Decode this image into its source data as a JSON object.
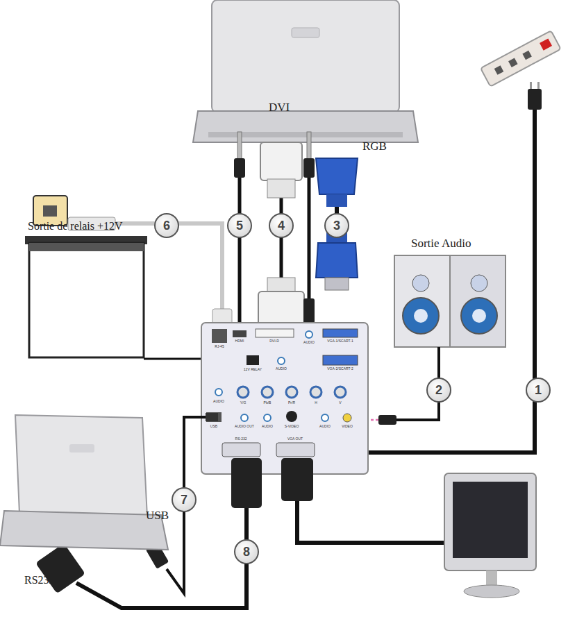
{
  "diagram": {
    "labels": [
      "DVI",
      "RGB",
      "Sortie Audio",
      "Sortie de relais +12V",
      "USB",
      "RS232",
      "1",
      "2",
      "3",
      "4",
      "5",
      "6",
      "7",
      "8",
      "RJ-45",
      "HDMI",
      "DVI-D",
      "AUDIO",
      "VGA-1/SCART-1",
      "12V RELAY",
      "AUDIO",
      "VGA-2/SCART-2",
      "AUDIO",
      "Y/G",
      "Pb/B",
      "Pr/R",
      "H",
      "V",
      "USB",
      "AUDIO OUT",
      "AUDIO",
      "S-VIDEO",
      "AUDIO",
      "VIDEO",
      "RS-232",
      "VGA OUT"
    ]
  }
}
